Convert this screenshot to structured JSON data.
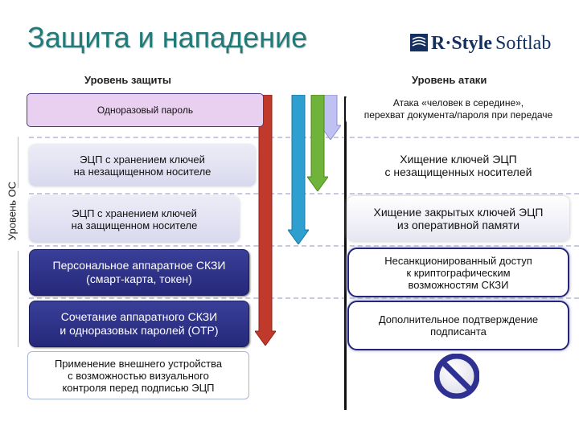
{
  "title": "Защита и нападение",
  "logo": {
    "brand_bold": "R·Style",
    "brand_light": "Softlab"
  },
  "headers": {
    "defense": "Уровень защиты",
    "attack": "Уровень атаки"
  },
  "os_label": "Уровень ОС",
  "defense_levels": [
    {
      "text": "Одноразовый пароль"
    },
    {
      "text": "ЭЦП с хранением ключей\nна незащищенном носителе"
    },
    {
      "text": "ЭЦП с хранением ключей\nна защищенном носителе"
    },
    {
      "text": "Персональное аппаратное СКЗИ\n(смарт-карта, токен)"
    },
    {
      "text": "Сочетание аппаратного СКЗИ\nи одноразовых паролей (OTP)"
    },
    {
      "text": "Применение внешнего устройства\nс возможностью визуального\nконтроля перед подписью ЭЦП"
    }
  ],
  "attack_levels": [
    {
      "text": "Атака «человек в середине»,\nперехват документа/пароля при передаче"
    },
    {
      "text": "Хищение ключей ЭЦП\nс незащищенных носителей"
    },
    {
      "text": "Хищение закрытых ключей ЭЦП\nиз оперативной памяти"
    },
    {
      "text": "Несанкционированный доступ\nк криптографическим\nвозможностям СКЗИ"
    },
    {
      "text": "Дополнительное подтверждение\nподписанта"
    }
  ],
  "colors": {
    "title": "#1f7a78",
    "arrow_lavender": "#bfc1f2",
    "arrow_green": "#6fb33a",
    "arrow_blue": "#2f9fd0",
    "arrow_red": "#c0392b",
    "prohibit": "#2e3191"
  },
  "prohibited_icon": "no-entry-icon"
}
